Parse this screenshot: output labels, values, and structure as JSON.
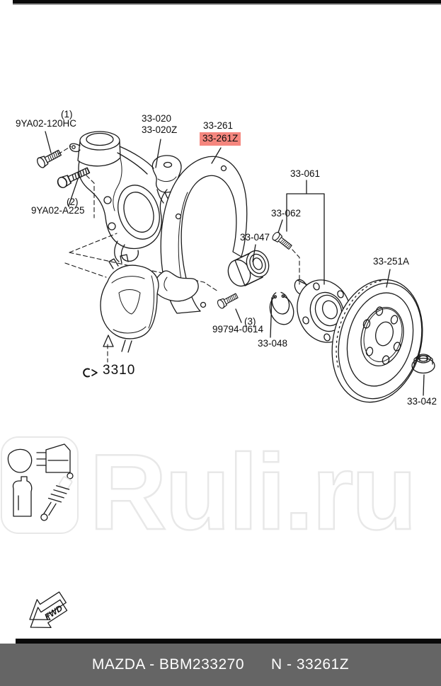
{
  "page": {
    "footer": {
      "left_text": "MAZDA - BBM233270",
      "right_text": "N - 33261Z"
    },
    "watermark_text": "Ruli.ru",
    "fwd_label": "FWD"
  },
  "labels": {
    "ref1_index": "(1)",
    "ref1_code": "9YA02-120HC",
    "ref2_index": "(2)",
    "ref2_code": "9YA02-A225",
    "ref3_index": "(3)",
    "ref3_code": "99794-0614",
    "knuckle": "33-020",
    "knuckle_alt": "33-020Z",
    "shield": "33-261",
    "shield_highlighted": "33-261Z",
    "hub_assembly": "33-061",
    "hub_bolt": "33-062",
    "bearing": "33-047",
    "snap_ring": "33-048",
    "brake_disc": "33-251A",
    "hub_nut": "33-042",
    "caliper_section_ref": "3310"
  },
  "colors": {
    "highlight": "#f5867e",
    "line": "#1a1a1a",
    "footer_bg": "#656565",
    "watermark": "#e8e8e8"
  }
}
